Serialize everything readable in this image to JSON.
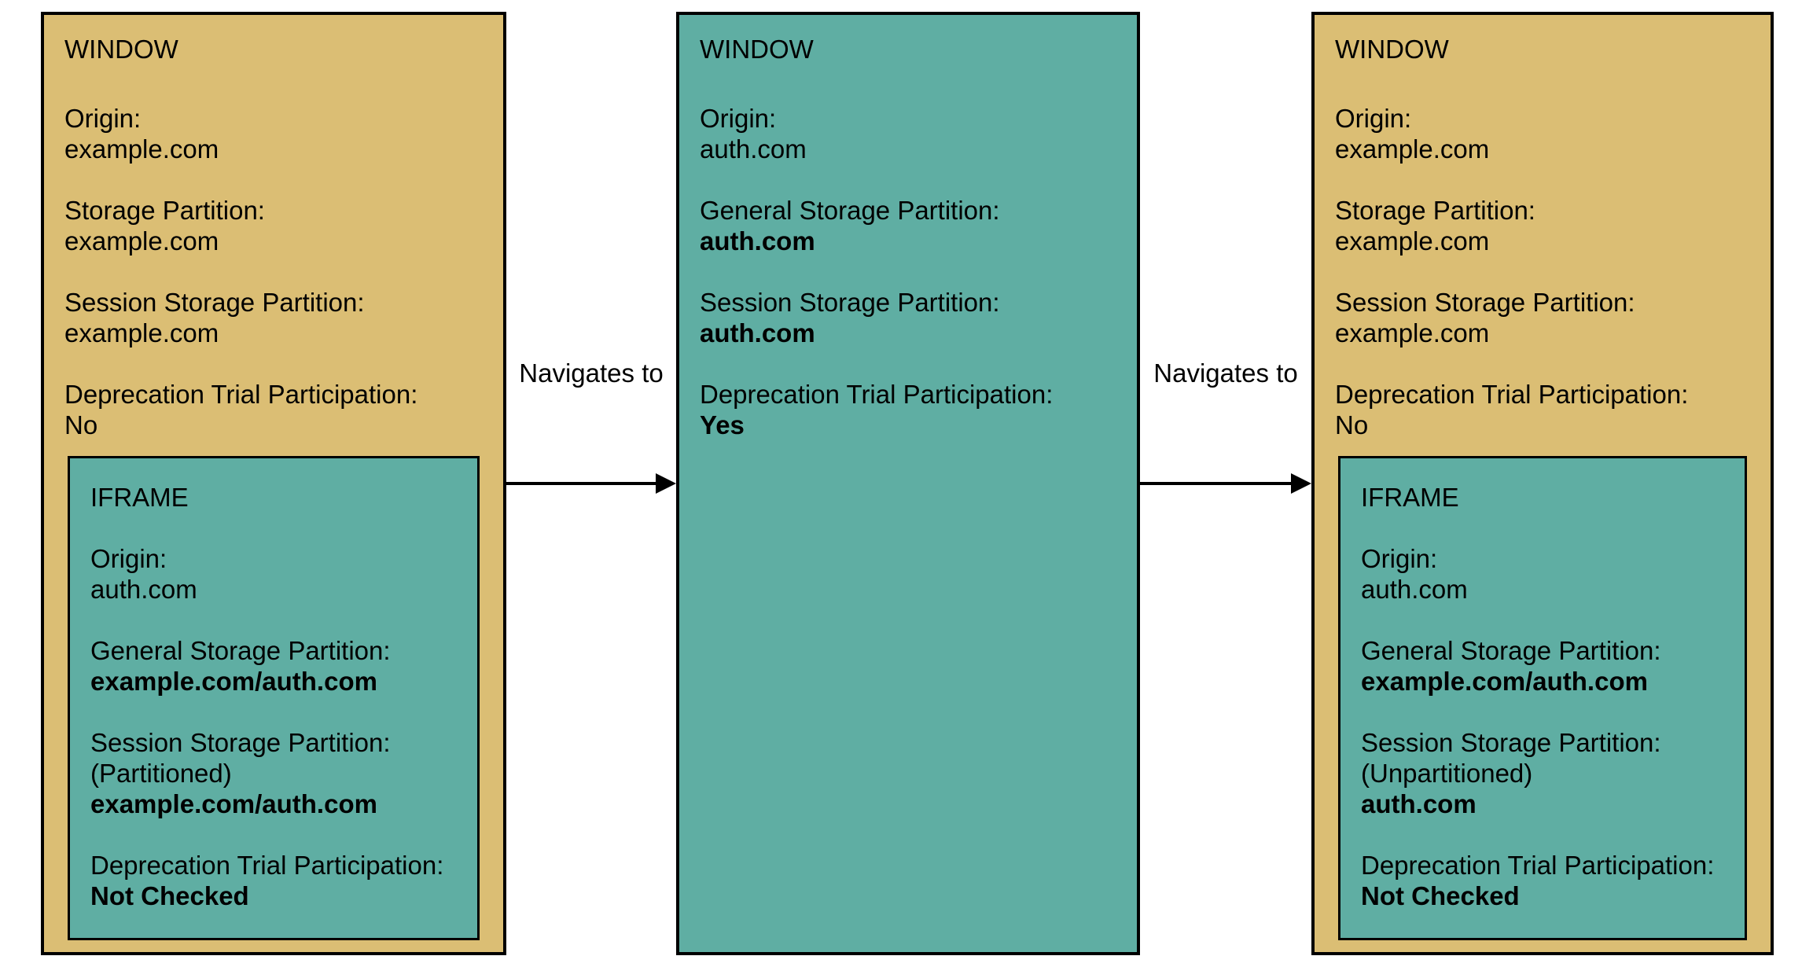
{
  "colors": {
    "page_background": "#FFFFFF",
    "window_tan": "#DBBE74",
    "frame_teal": "#5FAEA3",
    "border": "#000000",
    "text": "#000000"
  },
  "arrows": [
    {
      "label": "Navigates to"
    },
    {
      "label": "Navigates to"
    }
  ],
  "boxes": [
    {
      "title": "WINDOW",
      "fields": [
        {
          "label": "Origin:",
          "value": "example.com",
          "bold": false
        },
        {
          "label": "Storage Partition:",
          "value": "example.com",
          "bold": false
        },
        {
          "label": "Session Storage Partition:",
          "value": "example.com",
          "bold": false
        },
        {
          "label": "Deprecation Trial Participation:",
          "value": "No",
          "bold": false
        }
      ],
      "iframe": {
        "title": "IFRAME",
        "fields": [
          {
            "label": "Origin:",
            "value": "auth.com",
            "bold": false
          },
          {
            "label": "General Storage Partition:",
            "value": "example.com/auth.com",
            "bold": true
          },
          {
            "label": "Session Storage Partition:",
            "note": "(Partitioned)",
            "value": "example.com/auth.com",
            "bold": true
          },
          {
            "label": "Deprecation Trial Participation:",
            "value": "Not Checked",
            "bold": true
          }
        ]
      }
    },
    {
      "title": "WINDOW",
      "fields": [
        {
          "label": "Origin:",
          "value": "auth.com",
          "bold": false
        },
        {
          "label": "General Storage Partition:",
          "value": "auth.com",
          "bold": true
        },
        {
          "label": "Session Storage Partition:",
          "value": "auth.com",
          "bold": true
        },
        {
          "label": "Deprecation Trial Participation:",
          "value": "Yes",
          "bold": true
        }
      ]
    },
    {
      "title": "WINDOW",
      "fields": [
        {
          "label": "Origin:",
          "value": "example.com",
          "bold": false
        },
        {
          "label": "Storage Partition:",
          "value": "example.com",
          "bold": false
        },
        {
          "label": "Session Storage Partition:",
          "value": "example.com",
          "bold": false
        },
        {
          "label": "Deprecation Trial Participation:",
          "value": "No",
          "bold": false
        }
      ],
      "iframe": {
        "title": "IFRAME",
        "fields": [
          {
            "label": "Origin:",
            "value": "auth.com",
            "bold": false
          },
          {
            "label": "General Storage Partition:",
            "value": "example.com/auth.com",
            "bold": true
          },
          {
            "label": "Session Storage Partition:",
            "note": "(Unpartitioned)",
            "value": "auth.com",
            "bold": true
          },
          {
            "label": "Deprecation Trial Participation:",
            "value": "Not Checked",
            "bold": true
          }
        ]
      }
    }
  ]
}
